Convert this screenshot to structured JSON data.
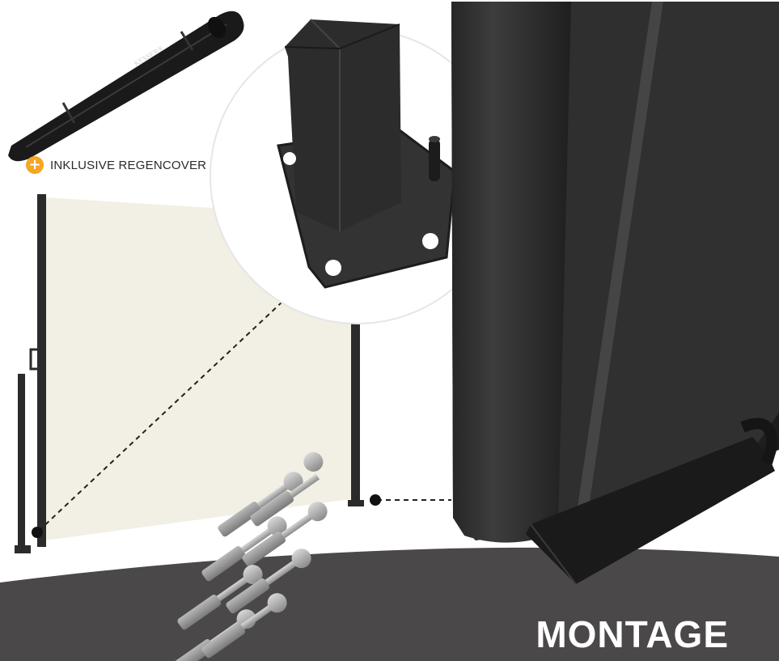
{
  "cover": {
    "caption": "INKLUSIVE REGENCOVER",
    "brand": "KESSER®",
    "badge_symbol": "+",
    "badge_icon": "plus-icon"
  },
  "footer": {
    "title": "MONTAGE"
  },
  "colors": {
    "accent": "#f5a623",
    "fabric": "#f2efe4",
    "frame": "#2b2b2b",
    "band": "#4a4848"
  }
}
